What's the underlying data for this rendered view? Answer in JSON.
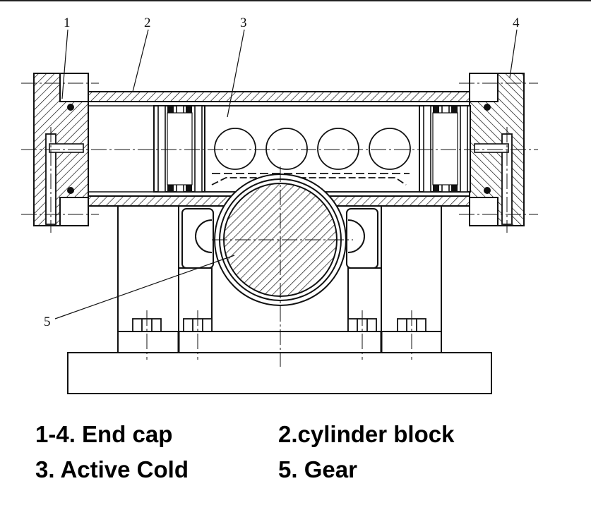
{
  "callouts": [
    "1",
    "2",
    "3",
    "4",
    "5"
  ],
  "legend": [
    "1-4. End cap",
    "2.cylinder block",
    "3. Active Cold",
    "5. Gear"
  ]
}
